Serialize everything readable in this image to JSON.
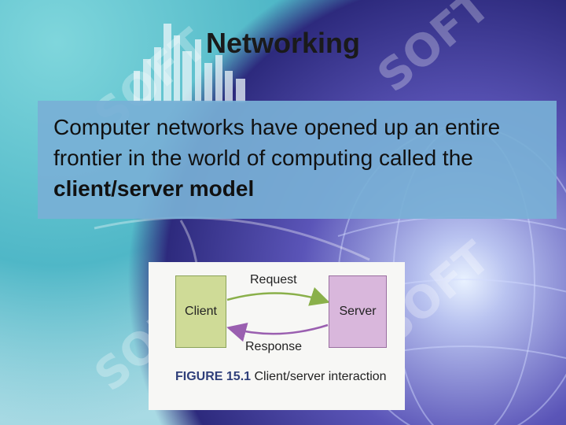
{
  "slide": {
    "title": "Networking",
    "body_text_plain": "Computer networks have opened up an entire frontier in the world of computing called the",
    "body_text_bold": "client/server model",
    "watermark": "SOFT"
  },
  "figure": {
    "client_label": "Client",
    "server_label": "Server",
    "request_label": "Request",
    "response_label": "Response",
    "caption_number": "FIGURE 15.1",
    "caption_text": "Client/server interaction",
    "colors": {
      "client_fill": "#cfdb97",
      "server_fill": "#d9b7dc",
      "request_arrow": "#8ab04a",
      "response_arrow": "#9a5fb0"
    }
  }
}
